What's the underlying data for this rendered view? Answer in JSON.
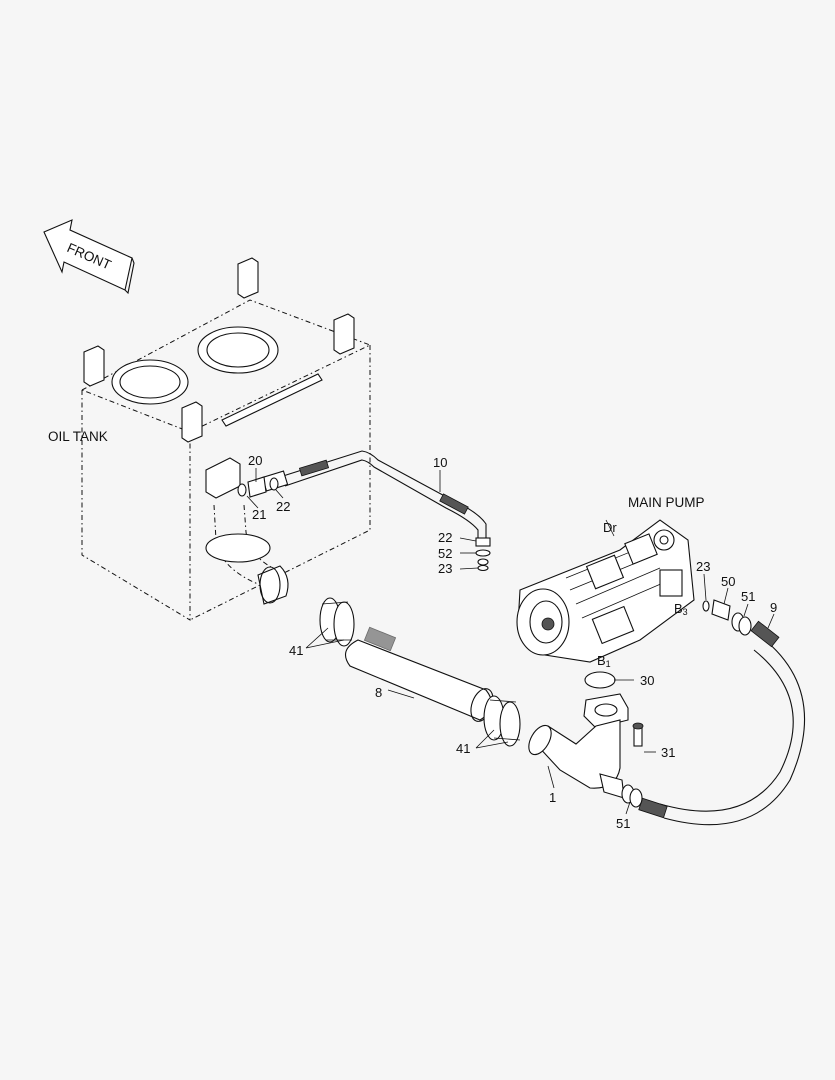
{
  "labels": {
    "oil_tank": "OIL TANK",
    "main_pump": "MAIN PUMP",
    "front": "FRONT",
    "dr": "Dr",
    "b1": "B",
    "b1_sub": "1",
    "b3": "B",
    "b3_sub": "3"
  },
  "callouts": {
    "p20": "20",
    "p21": "21",
    "p22a": "22",
    "p10": "10",
    "p22b": "22",
    "p52": "52",
    "p23a": "23",
    "p23b": "23",
    "p50": "50",
    "p51a": "51",
    "p9": "9",
    "p41a": "41",
    "p8": "8",
    "p30": "30",
    "p41b": "41",
    "p31": "31",
    "p1": "1",
    "p51b": "51"
  }
}
